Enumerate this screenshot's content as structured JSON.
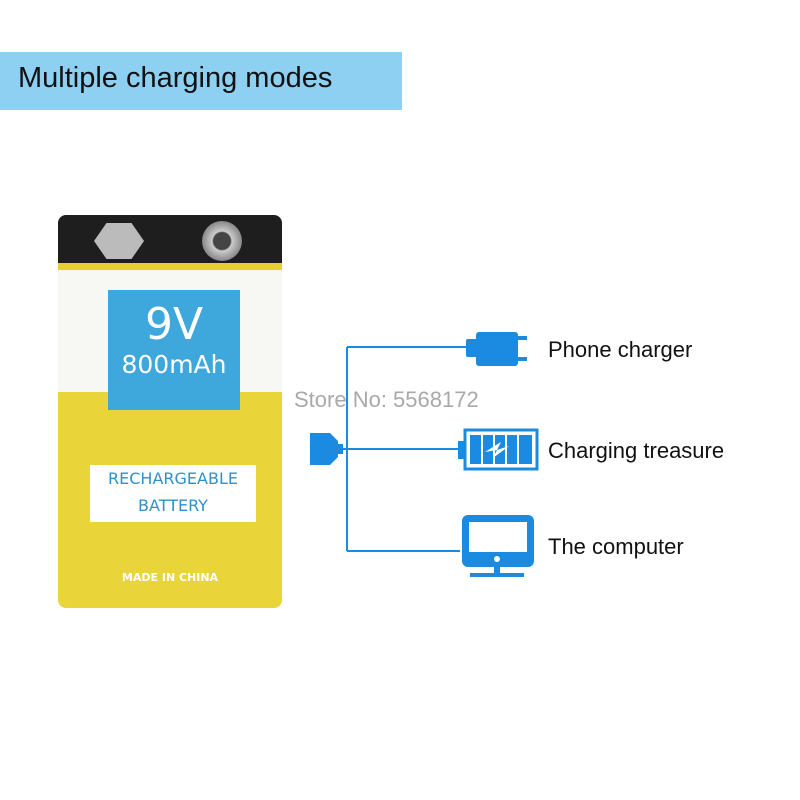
{
  "banner": {
    "title": "Multiple charging modes"
  },
  "battery": {
    "voltage": "9V",
    "capacity": "800mAh",
    "label_line1": "RECHARGEABLE",
    "label_line2": "BATTERY",
    "origin": "MADE IN CHINA"
  },
  "watermark": "Store No: 5568172",
  "modes": [
    {
      "label": "Phone charger",
      "icon": "wall-charger-icon"
    },
    {
      "label": "Charging treasure",
      "icon": "power-bank-icon"
    },
    {
      "label": "The computer",
      "icon": "monitor-icon"
    }
  ],
  "colors": {
    "accent": "#1a8be0",
    "banner": "#8ed0f2",
    "battery_yellow": "#e9d43a"
  }
}
